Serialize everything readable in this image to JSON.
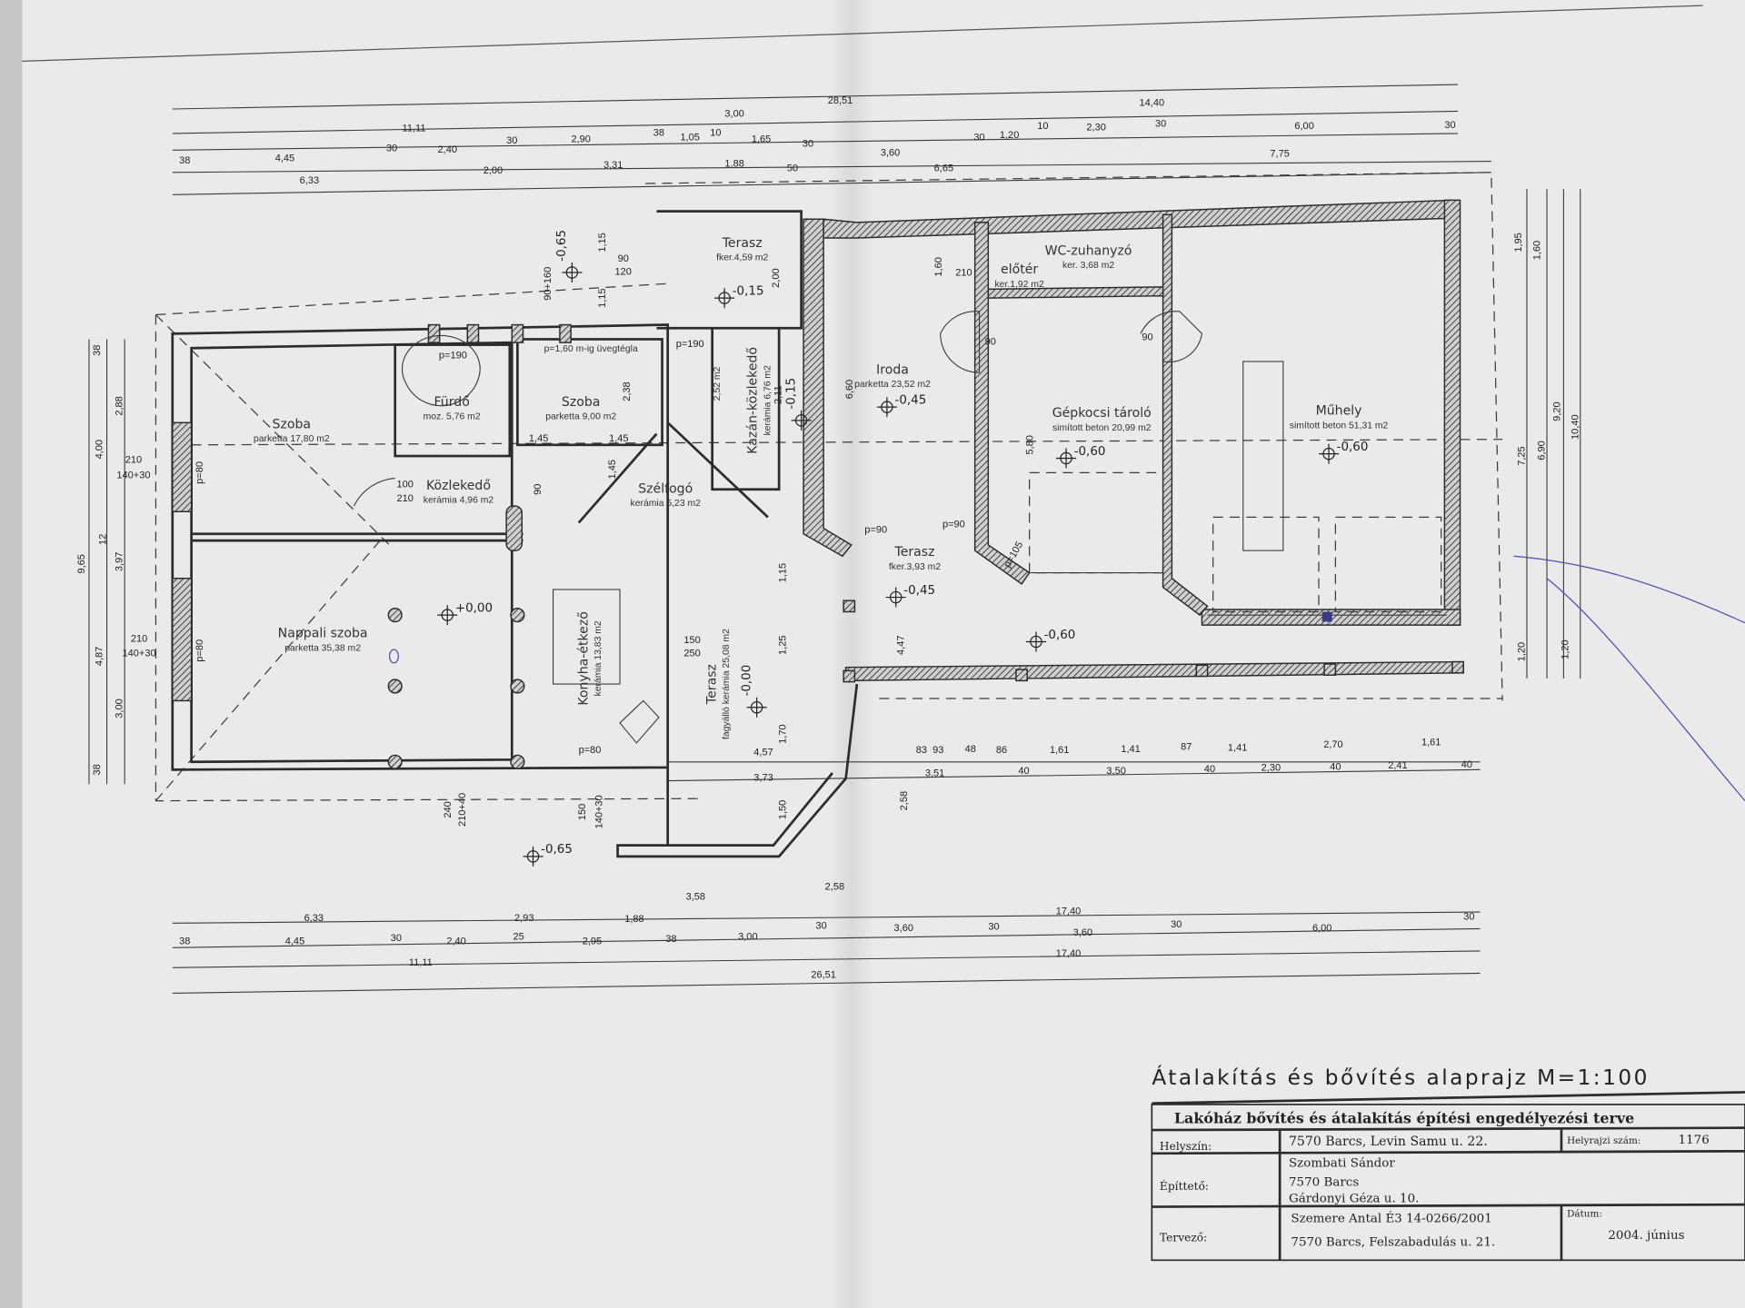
{
  "drawing": {
    "heading": "Átalakítás és bővítés alaprajz M=1:100",
    "note_glass_block": "p=1,60 m-ig üvegtégla"
  },
  "title_block": {
    "project": "Lakóház bővítés és átalakítás építési engedélyezési terve",
    "location_label": "Helyszín:",
    "location_value": "7570 Barcs, Levin Samu u. 22.",
    "parcel_label": "Helyrajzi szám:",
    "parcel_value": "1176",
    "client_label": "Építtető:",
    "client_lines": [
      "Szombati Sándor",
      "7570 Barcs",
      "Gárdonyi Géza u. 10."
    ],
    "designer_label": "Tervező:",
    "designer_lines": [
      "Szemere Antal É3 14-0266/2001",
      "7570 Barcs, Felszabadulás u. 21."
    ],
    "date_label": "Dátum:",
    "date_value": "2004. június"
  },
  "rooms": [
    {
      "name": "Szoba",
      "detail": "parketta 17,80 m2"
    },
    {
      "name": "Fürdő",
      "detail": "moz. 5,76 m2"
    },
    {
      "name": "Szoba",
      "detail": "parketta 9,00 m2"
    },
    {
      "name": "Közlekedő",
      "detail": "kerámia 4,96 m2"
    },
    {
      "name": "Szélfogó",
      "detail": "kerámia 5,23 m2"
    },
    {
      "name": "Nappali szoba",
      "detail": "parketta 35,38 m2"
    },
    {
      "name": "Konyha-étkező",
      "detail": "kerámia 13,83 m2"
    },
    {
      "name": "Terasz",
      "detail": "fagyálló kerámia 25,08 m2"
    },
    {
      "name": "Terasz",
      "detail": "fker.4,59 m2"
    },
    {
      "name": "Kazán-közlekedő",
      "detail": "kerámia 6,76 m2"
    },
    {
      "name": "",
      "detail": "2,52 m2"
    },
    {
      "name": "Iroda",
      "detail": "parketta 23,52 m2"
    },
    {
      "name": "előtér",
      "detail": "ker.1,92 m2"
    },
    {
      "name": "WC-zuhanyzó",
      "detail": "ker. 3,68 m2"
    },
    {
      "name": "Gépkocsi tároló",
      "detail": "simított beton 20,99 m2"
    },
    {
      "name": "Terasz",
      "detail": "fker.3,93 m2"
    },
    {
      "name": "Műhely",
      "detail": "simított beton 51,31 m2"
    }
  ],
  "levels": [
    "+0,00",
    "-0,65",
    "-0,65",
    "-0,15",
    "-0,15",
    "-0,45",
    "-0,45",
    "-0,00",
    "-0,60",
    "-0,60",
    "-0,60"
  ],
  "openings": [
    "210",
    "140+30",
    "210",
    "140+30",
    "p=80",
    "p=80",
    "p=190",
    "p=190",
    "100",
    "210",
    "90",
    "210",
    "p=90",
    "p=90",
    "p=105",
    "90",
    "90",
    "240",
    "210+40",
    "150",
    "140+30",
    "150",
    "250",
    "90",
    "120",
    "90+160",
    "p=80"
  ],
  "dims": [
    "28,51",
    "14,40",
    "11,11",
    "3,00",
    "30",
    "1,20",
    "10",
    "2,30",
    "30",
    "6,00",
    "30",
    "38",
    "4,45",
    "30",
    "2,40",
    "30",
    "2,90",
    "38",
    "1,05",
    "10",
    "1,65",
    "30",
    "3,60",
    "7,75",
    "2,00",
    "3,31",
    "1,88",
    "50",
    "6,65",
    "6,33",
    "6,33",
    "2,93",
    "1,88",
    "17,40",
    "38",
    "4,45",
    "30",
    "2,40",
    "25",
    "2,95",
    "38",
    "3,00",
    "30",
    "3,60",
    "30",
    "3,60",
    "30",
    "6,00",
    "30",
    "11,11",
    "17,40",
    "26,51",
    "3,58",
    "2,58",
    "83",
    "93",
    "48",
    "86",
    "1,61",
    "1,41",
    "87",
    "1,41",
    "2,70",
    "1,61",
    "4,57",
    "3,73",
    "3,51",
    "40",
    "3,50",
    "40",
    "2,30",
    "40",
    "2,41",
    "40",
    "38",
    "2,88",
    "4,00",
    "12",
    "3,97",
    "9,65",
    "4,87",
    "3,00",
    "38",
    "1,95",
    "1,60",
    "9,20",
    "10,40",
    "7,25",
    "6,90",
    "1,20",
    "1,20",
    "1,45",
    "1,45",
    "1,45",
    "2,38",
    "1,15",
    "1,15",
    "2,00",
    "2,11",
    "6,60",
    "1,60",
    "5,80",
    "4,47",
    "1,70",
    "1,50",
    "2,58",
    "1,15",
    "1,25"
  ]
}
